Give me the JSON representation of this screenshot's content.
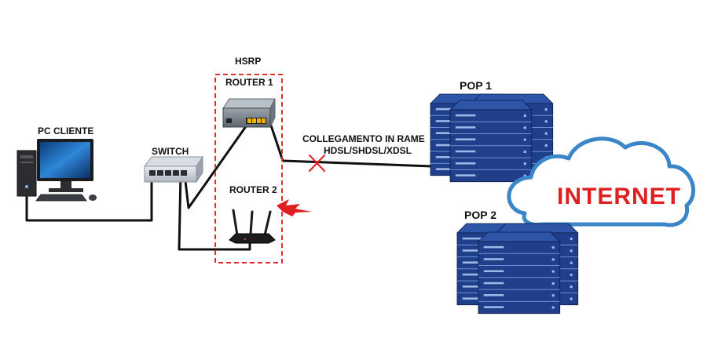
{
  "labels": {
    "pc": "PC CLIENTE",
    "switch": "SWITCH",
    "hsrp": "HSRP",
    "router1": "ROUTER 1",
    "router2": "ROUTER 2",
    "link_line1": "COLLEGAMENTO IN RAME",
    "link_line2": "HDSL/SHDSL/XDSL",
    "pop1": "POP 1",
    "pop2": "POP 2",
    "internet": "INTERNET"
  },
  "colors": {
    "line": "#111111",
    "hsrp_box": "#e53030",
    "fault": "#e02020",
    "server": "#1f3f8a",
    "cloud_stroke": "#3a86c8",
    "internet_text": "#e02020"
  },
  "icons": {
    "pc": "desktop-computer-icon",
    "switch": "network-switch-icon",
    "router1": "router-icon",
    "router2": "wifi-router-icon",
    "fault": "lightning-bolt-icon",
    "break": "x-mark-icon",
    "pop": "server-rack-icon",
    "cloud": "cloud-icon"
  }
}
